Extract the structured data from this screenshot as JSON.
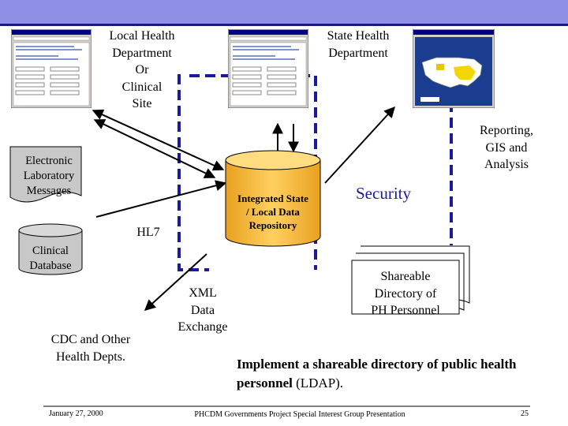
{
  "nodes": {
    "local_health": "Local Health\nDepartment\nOr\nClinical\nSite",
    "state_health": "State Health\nDepartment",
    "reporting": "Reporting,\nGIS and\nAnalysis",
    "elr": "Electronic\nLaboratory\nMessages",
    "repository": "Integrated State\n/ Local Data\nRepository",
    "security": "Security",
    "hl7": "HL7",
    "clinical_db": "Clinical\nDatabase",
    "directory": "Shareable\nDirectory of\nPH Personnel",
    "xml": "XML\nData\nExchange",
    "cdc": "CDC and Other\nHealth Depts."
  },
  "implement": {
    "bold": "Implement a shareable directory of public health personnel",
    "plain": " (LDAP)."
  },
  "footer": {
    "date": "January 27, 2000",
    "center": "PHCDM Governments Project Special Interest Group Presentation",
    "page": "25"
  },
  "colors": {
    "topbar": "#8f8fe8",
    "dashed_line": "#1a1a9a",
    "shape_fill": "#c8c8c8",
    "repository_fill": "#ffcc55",
    "security_text": "#1a1a9a"
  }
}
